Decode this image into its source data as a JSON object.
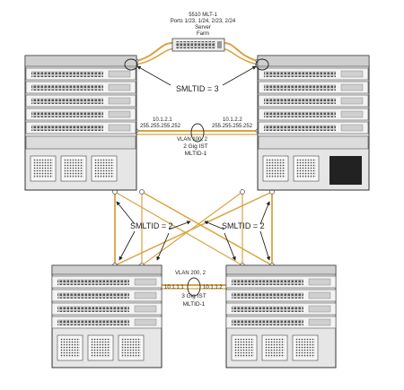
{
  "top_switch": {
    "model": "5510 MLT-1",
    "ports": "Ports 1/23, 1/24, 2/23, 2/24",
    "role": "Server",
    "role2": "Farm"
  },
  "smlt_top": "SMLTID = 3",
  "ist_top": {
    "left_ip": "10.1.2.1",
    "left_mask": "255.255.255.252",
    "right_ip": "10.1.2.2",
    "right_mask": "255.255.255.252",
    "vlan": "VLAN 100, 2",
    "title": "2 Gig IST",
    "mltid": "MLTID-1"
  },
  "smlt_left": "SMLTID = 2",
  "smlt_right": "SMLTID = 2",
  "ist_bottom": {
    "vlan": "VLAN 200, 2",
    "left_ip": "10.1.1.1",
    "right_ip": "10.1.1.2",
    "title": "3 Gig IST",
    "mltid": "MLTID-1"
  },
  "colors": {
    "link": "#d9a441",
    "chassis": "#e6e6e6",
    "line": "#333333"
  }
}
